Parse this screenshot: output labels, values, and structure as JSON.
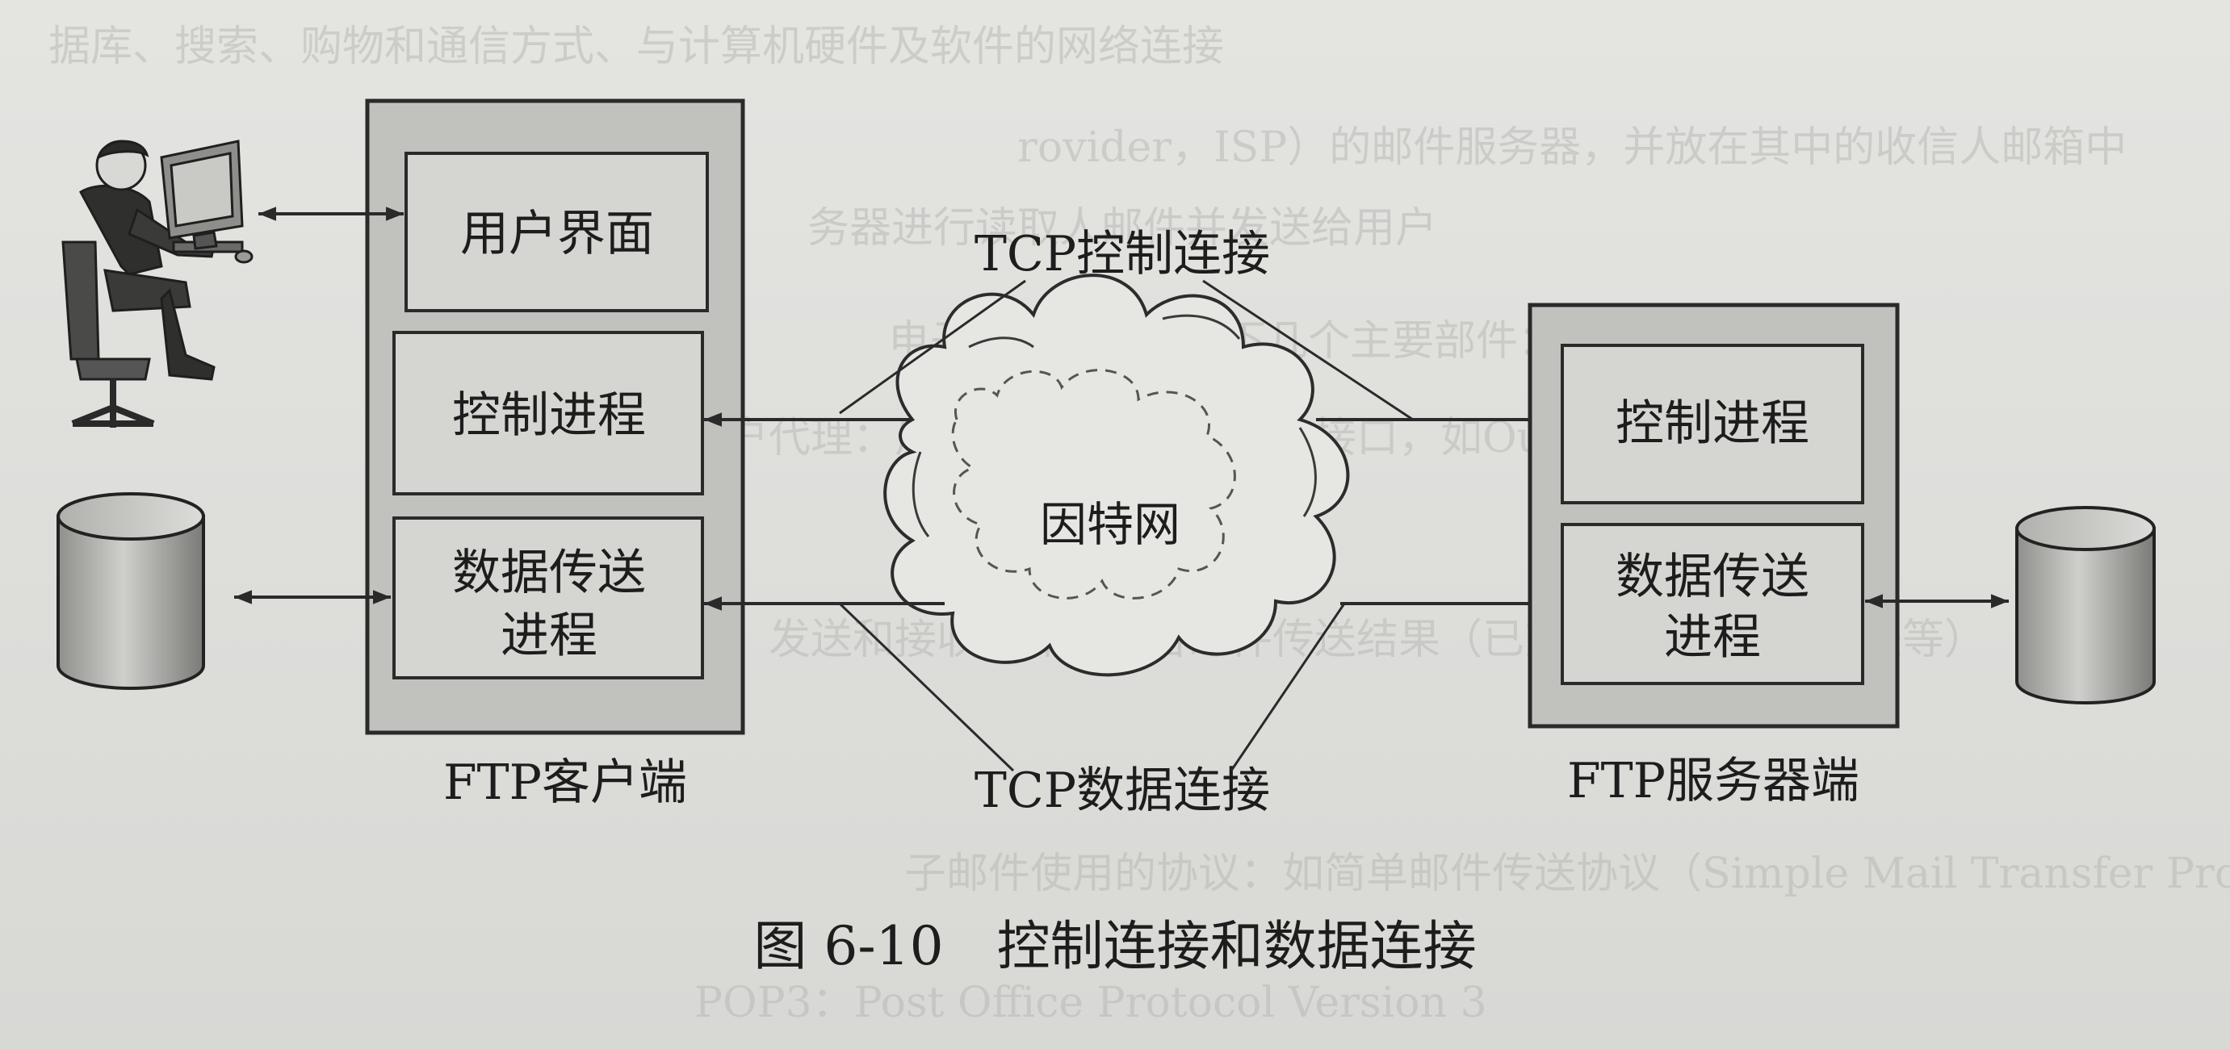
{
  "diagram": {
    "client": {
      "caption": "FTP客户端",
      "ui_box": "用户界面",
      "control_box": "控制进程",
      "data_box_line1": "数据传送",
      "data_box_line2": "进程"
    },
    "server": {
      "caption": "FTP服务器端",
      "control_box": "控制进程",
      "data_box_line1": "数据传送",
      "data_box_line2": "进程"
    },
    "network": {
      "cloud_label": "因特网",
      "control_connection_label": "TCP控制连接",
      "data_connection_label": "TCP数据连接"
    },
    "figure_caption": "图 6-10　控制连接和数据连接",
    "background_bleed_text": [
      "据库、搜索、购物和通信方式、与计算机硬件及软件的网络连接",
      "rovider，ISP）的邮件服务器，并放在其中的收信人邮箱中",
      "务器进行读取人邮件并发送给用户",
      "电子邮件系统有以下几个主要部件：",
      "户代理：用户与电子邮件系统的接口，如Outlook、Foxmail",
      "邮件服务器：发送和接收邮件，报告邮件传送结果（已交付、被拒绝、丢失等）",
      "子邮件使用的协议：如简单邮件传送协议（Simple Mail Transfer Protocol）",
      "POP3：Post Office Protocol Version 3"
    ],
    "colors": {
      "page": "#e9e9e7",
      "outer_box": "#bdbdba",
      "inner_box": "#d3d3d0",
      "stroke": "#2a2a2a"
    }
  }
}
